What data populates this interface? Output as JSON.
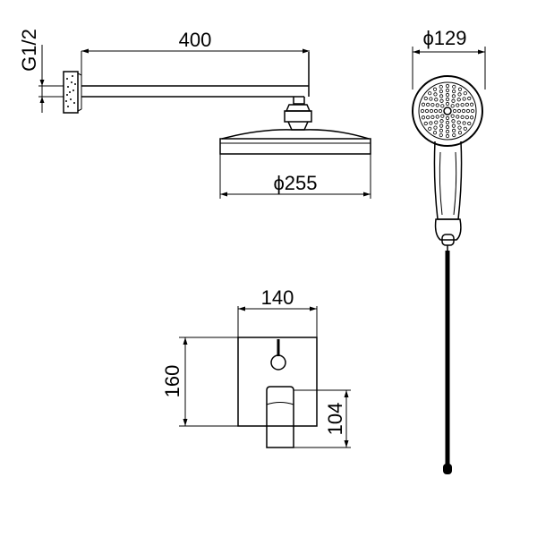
{
  "dimensions": {
    "arm_length": "400",
    "thread": "G1/2",
    "head_diameter": "ϕ255",
    "hand_diameter": "ϕ129",
    "plate_width": "140",
    "plate_height": "160",
    "spout_height": "104"
  },
  "colors": {
    "line": "#000000",
    "background": "#ffffff"
  }
}
